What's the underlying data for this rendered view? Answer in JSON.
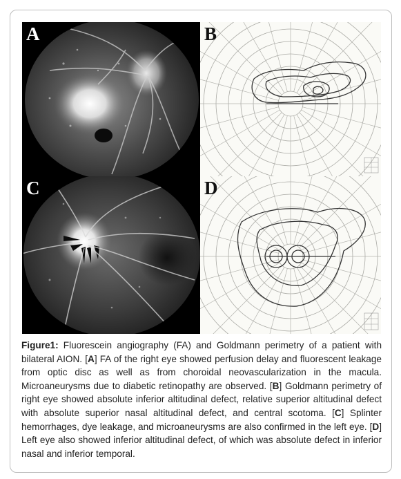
{
  "panels": {
    "a": {
      "letter": "A"
    },
    "b": {
      "letter": "B"
    },
    "c": {
      "letter": "C"
    },
    "d": {
      "letter": "D"
    }
  },
  "caption": {
    "label": "Figure1:",
    "intro": " Fluorescein angiography (FA) and Goldmann perimetry of a patient with bilateral AION. [",
    "a_key": "A",
    "a_text": "] FA of the right eye showed perfusion delay and fluorescent leakage from optic disc as well as from choroidal neovascularization in the macula. Microaneurysms due to diabetic retinopathy are observed. [",
    "b_key": "B",
    "b_text": "] Goldmann perimetry of right eye showed absolute inferior altitudinal defect, relative superior altitudinal defect with absolute superior nasal altitudinal defect, and central scotoma. [",
    "c_key": "C",
    "c_text": "] Splinter hemorrhages, dye leakage, and microaneurysms are also confirmed in the left eye. [",
    "d_key": "D",
    "d_text": "] Left eye also showed inferior altitudinal defect, of which was absolute defect in inferior nasal and inferior temporal."
  },
  "colors": {
    "frame_border": "#bdbdbd",
    "caption_text": "#222222",
    "angiogram_background": "#000000",
    "perimetry_paper": "#fafaf6",
    "perimetry_grid": "#a9a9a4",
    "isopter_ink": "#333333"
  }
}
